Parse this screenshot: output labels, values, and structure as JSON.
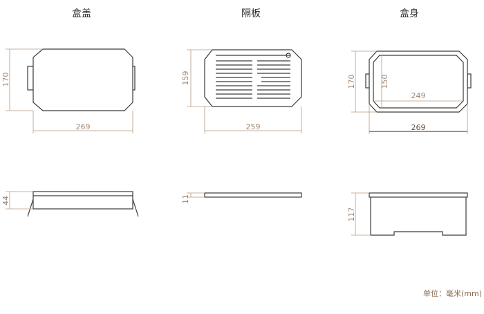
{
  "titles": {
    "lid": "盒盖",
    "divider": "隔板",
    "body": "盒身"
  },
  "dimensions": {
    "lid_height": "170",
    "lid_width": "269",
    "divider_height": "159",
    "divider_width": "259",
    "body_outer_height": "170",
    "body_inner_height": "150",
    "body_inner_width": "249",
    "body_outer_width": "269",
    "lid_thickness": "44",
    "divider_thickness": "11",
    "body_depth": "117"
  },
  "unit_note": "单位：毫米(mm)"
}
